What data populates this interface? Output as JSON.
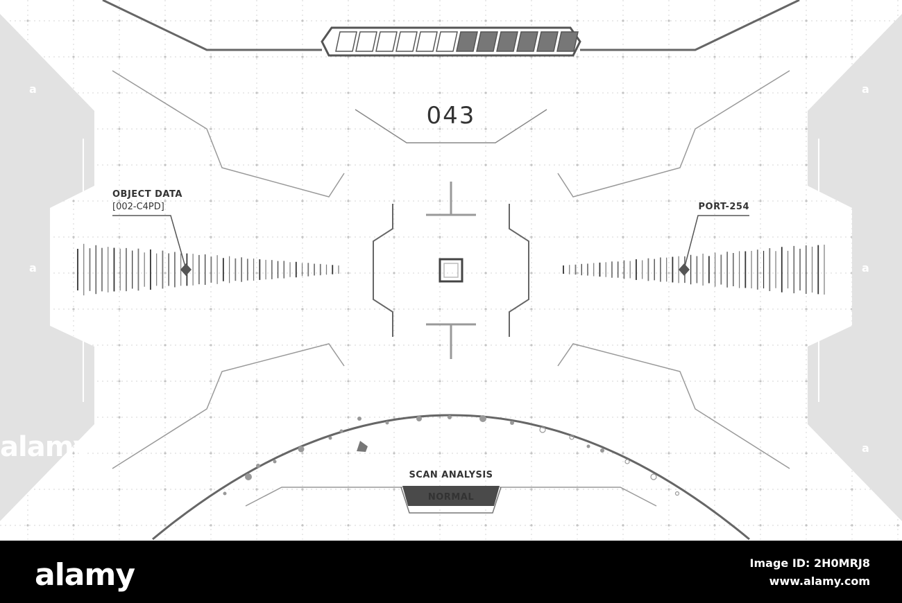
{
  "hud": {
    "counter": "043",
    "object_data": {
      "title": "OBJECT DATA",
      "code": "[002-C4PD]"
    },
    "port_label": "PORT-254",
    "scan": {
      "title": "SCAN ANALYSIS",
      "status": "NORMAL"
    },
    "top_progress": {
      "segments_total": 12,
      "segments_filled": 6
    }
  },
  "colors": {
    "background": "#ffffff",
    "panel_gray": "#e2e2e2",
    "line_dark": "#555555",
    "line_light": "#999999",
    "grid_dot": "#c8c8c8",
    "status_fill": "#4a4a4a",
    "footer_bg": "#000000"
  },
  "icons": [
    "target-square-icon",
    "diamond-marker-icon",
    "blip-icon"
  ],
  "watermark": {
    "logo": "alamy",
    "side_logo": "alamy",
    "footer_line1": "Image ID: 2H0MRJ8",
    "footer_line2": "www.alamy.com"
  }
}
